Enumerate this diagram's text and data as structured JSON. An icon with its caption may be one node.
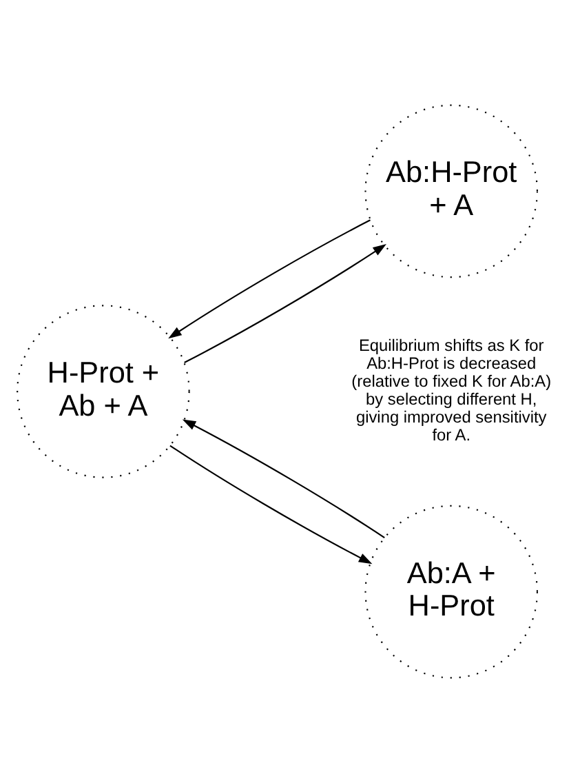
{
  "diagram": {
    "nodes": [
      {
        "text": [
          "H-Prot + Ab + A"
        ]
      },
      {
        "text": [
          "Ab:H-Prot + A"
        ]
      },
      {
        "text": [
          "Ab:A + H-Prot"
        ]
      }
    ],
    "edges": [
      {
        "from": 1,
        "to": 0,
        "arrow": "to"
      },
      {
        "from": 0,
        "to": 1,
        "arrow": "to"
      },
      {
        "from": 2,
        "to": 0,
        "arrow": "to"
      },
      {
        "from": 0,
        "to": 2,
        "arrow": "to"
      }
    ],
    "labels": [
      "Equilibrium shifts as K for Ab:H-Prot is decreased (relative to fixed K for Ab:A) by selecting different H, giving improved sensitivity for A."
    ]
  }
}
